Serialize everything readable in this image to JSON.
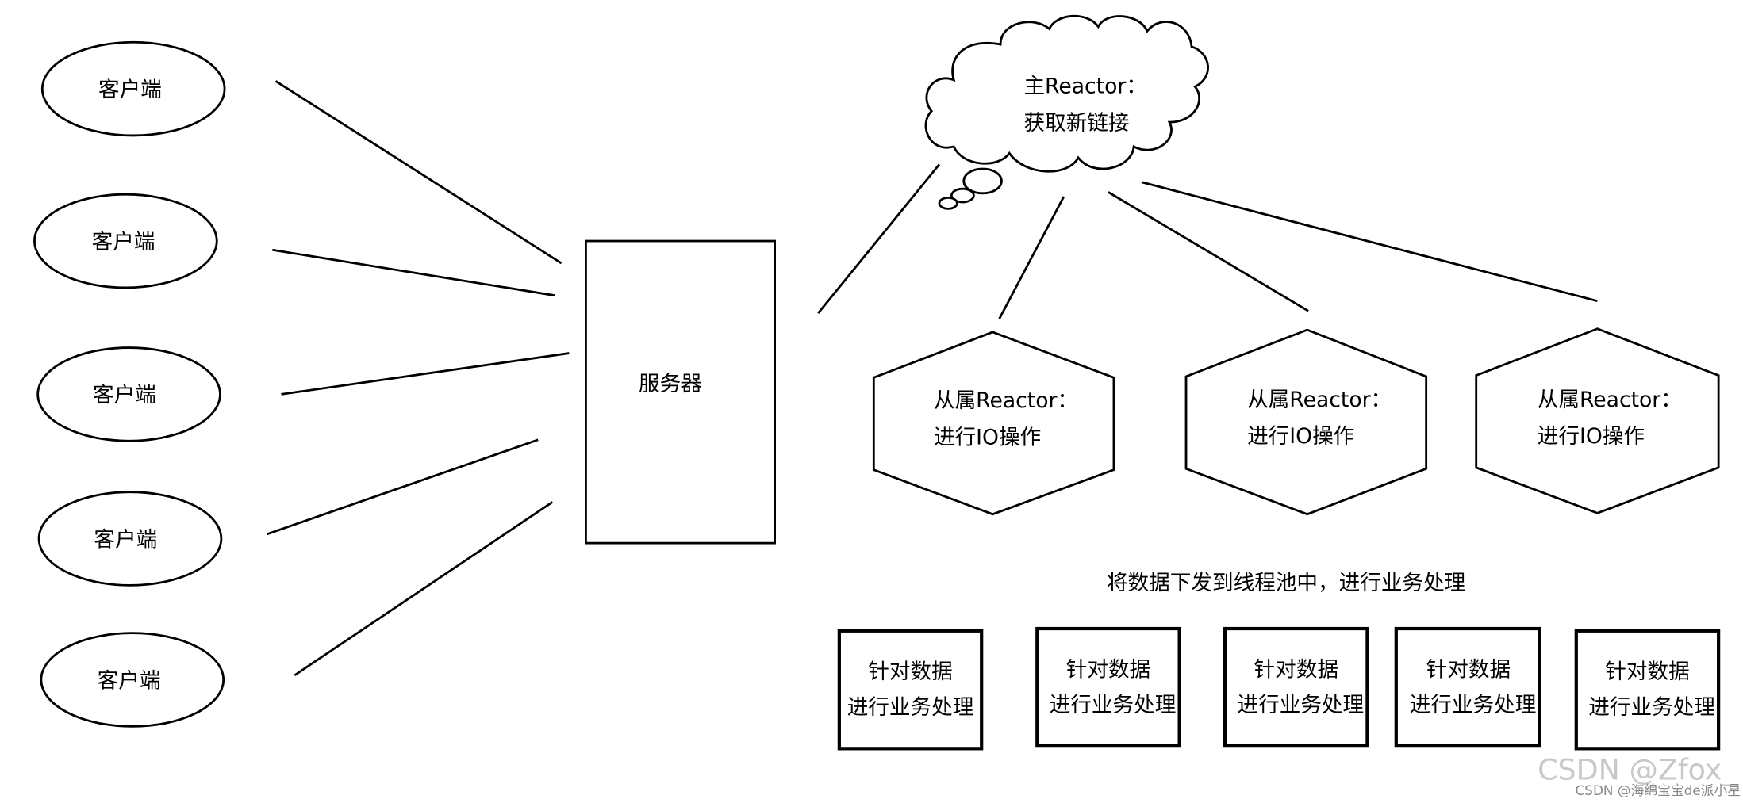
{
  "clients": [
    "客户端",
    "客户端",
    "客户端",
    "客户端",
    "客户端"
  ],
  "server": {
    "label": "服务器"
  },
  "main_reactor": {
    "line1": "主Reactor：",
    "line2": "获取新链接"
  },
  "sub_reactors": [
    {
      "line1": "从属Reactor：",
      "line2": "进行IO操作"
    },
    {
      "line1": "从属Reactor：",
      "line2": "进行IO操作"
    },
    {
      "line1": "从属Reactor：",
      "line2": "进行IO操作"
    }
  ],
  "thread_pool_caption": "将数据下发到线程池中，进行业务处理",
  "workers": [
    {
      "line1": "针对数据",
      "line2": "进行业务处理"
    },
    {
      "line1": "针对数据",
      "line2": "进行业务处理"
    },
    {
      "line1": "针对数据",
      "line2": "进行业务处理"
    },
    {
      "line1": "针对数据",
      "line2": "进行业务处理"
    },
    {
      "line1": "针对数据",
      "line2": "进行业务处理"
    }
  ],
  "watermark": {
    "main": "CSDN @Zfox_",
    "sub": "CSDN @海绵宝宝de派小星"
  }
}
